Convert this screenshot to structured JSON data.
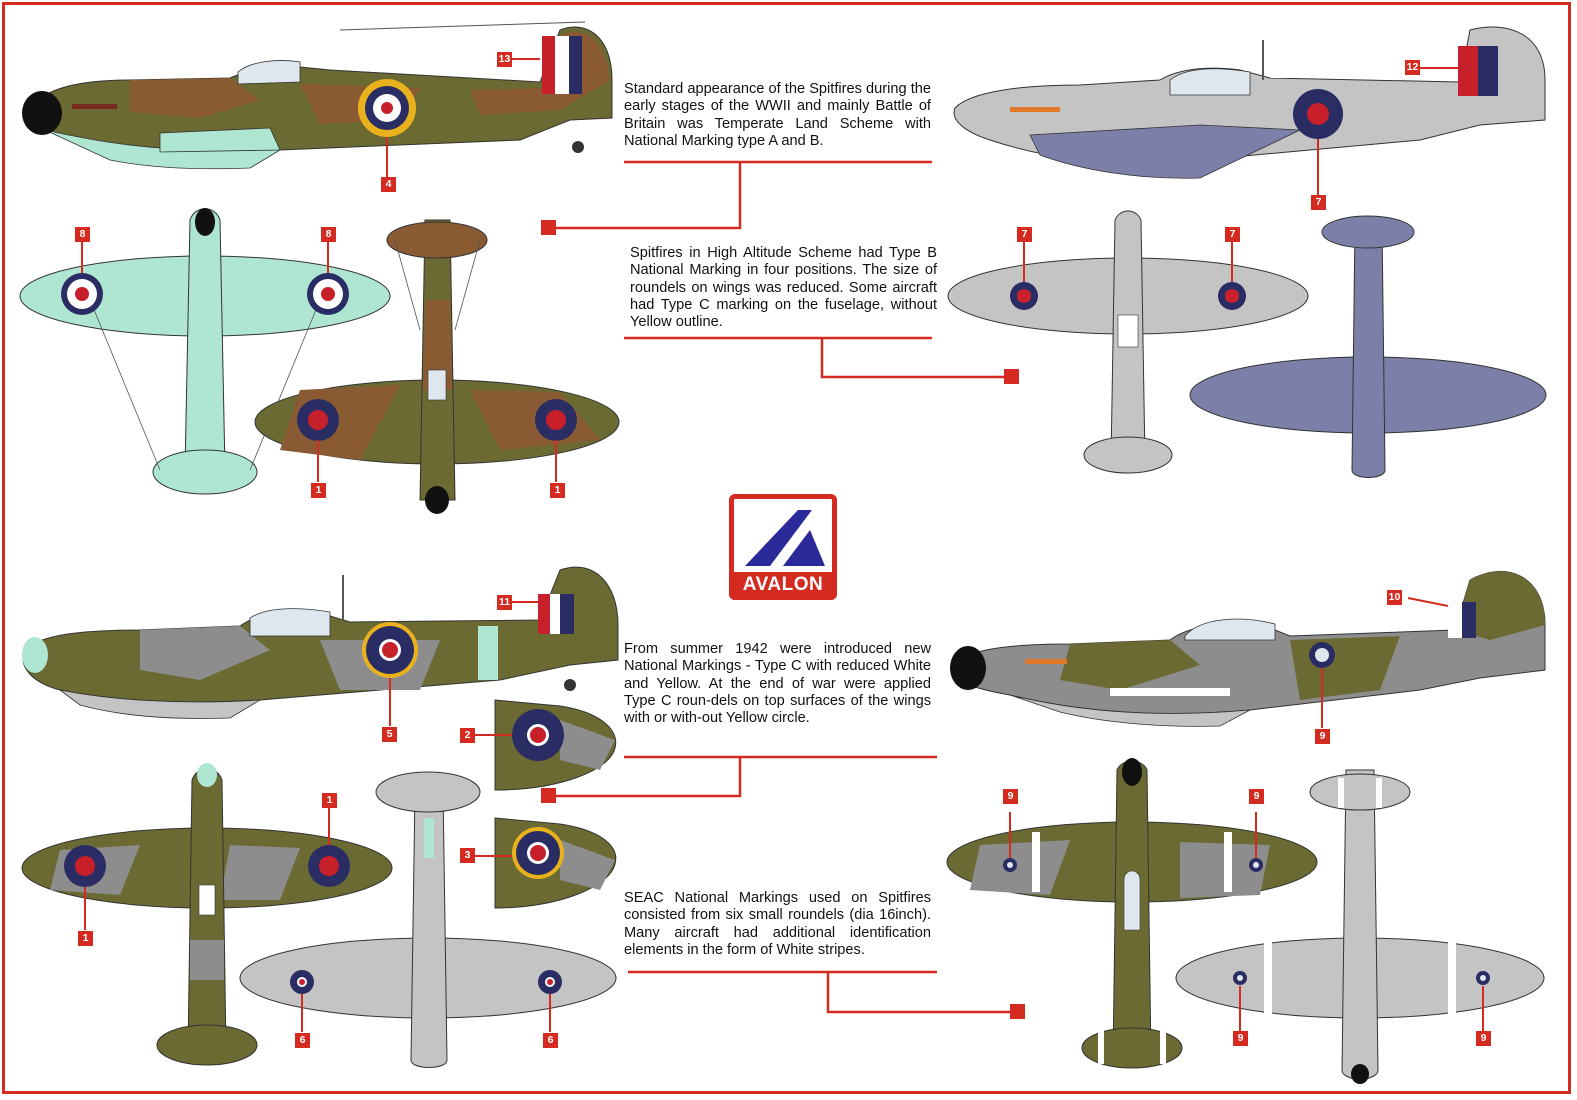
{
  "brand": {
    "name": "AVALON",
    "red": "#d42a1f",
    "blue": "#2b2a9a"
  },
  "paints": {
    "dark_earth": "#8a5a33",
    "dark_green": "#6a6a32",
    "sky": "#aee6d2",
    "medium_sea_grey": "#c4c4c4",
    "pru_blue": "#7c7fa7",
    "ocean_grey": "#8d8d8d",
    "roundel_blue": "#2a2d64",
    "roundel_red": "#c8202b",
    "roundel_yellow": "#e9b21c"
  },
  "descriptions": [
    {
      "id": "temperate-land-scheme",
      "text": "Standard appearance of the Spitfires during the early stages of the WWII and mainly Battle of Britain was Temperate Land Scheme with National Marking type A and B."
    },
    {
      "id": "high-altitude-scheme",
      "text": "Spitfires in High Altitude Scheme had Type B National Marking in four positions. The size of roundels on wings was reduced. Some aircraft had Type C marking on the fuselage, without Yellow outline."
    },
    {
      "id": "type-c-markings",
      "text": "From summer 1942 were introduced new National Markings - Type C with reduced White and Yellow. At the end of war were applied Type C roun-dels on top surfaces of the wings with or with-out Yellow circle."
    },
    {
      "id": "seac-markings",
      "text": "SEAC National Markings used on Spitfires consisted from six small roundels (dia 16inch). Many aircraft had additional identification elements in the form of White stripes."
    }
  ],
  "callouts": [
    {
      "label": "13"
    },
    {
      "label": "4"
    },
    {
      "label": "8"
    },
    {
      "label": "8"
    },
    {
      "label": "1"
    },
    {
      "label": "1"
    },
    {
      "label": "12"
    },
    {
      "label": "7"
    },
    {
      "label": "7"
    },
    {
      "label": "7"
    },
    {
      "label": "11"
    },
    {
      "label": "5"
    },
    {
      "label": "2"
    },
    {
      "label": "3"
    },
    {
      "label": "1"
    },
    {
      "label": "1"
    },
    {
      "label": "6"
    },
    {
      "label": "6"
    },
    {
      "label": "10"
    },
    {
      "label": "9"
    },
    {
      "label": "9"
    },
    {
      "label": "9"
    },
    {
      "label": "9"
    },
    {
      "label": "9"
    }
  ]
}
